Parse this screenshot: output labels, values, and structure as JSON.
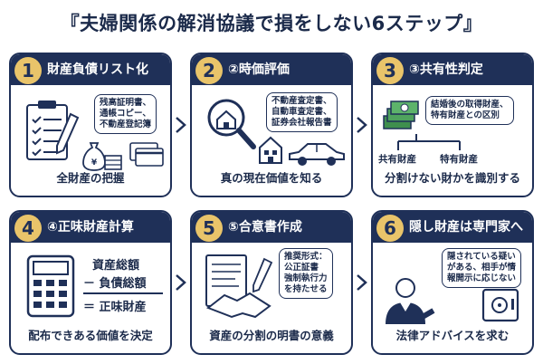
{
  "title": "『夫婦関係の解消協議で損をしない6ステップ』",
  "steps": [
    {
      "number": "1",
      "title": "財産負債リスト化",
      "bubble": [
        "残高証明書、",
        "通帳コピー、",
        "不動産登記簿"
      ],
      "caption": "全財産の把握"
    },
    {
      "number": "2",
      "title": "②時価評価",
      "bubble": [
        "不動産査定書、",
        "自動車査定書、",
        "証券会社報告書"
      ],
      "caption": "真の現在価値を知る"
    },
    {
      "number": "3",
      "title": "③共有性判定",
      "bubble": [
        "結婚後の取得財産、",
        "特有財産との区別"
      ],
      "branch_left": "共有財産",
      "branch_right": "特有財産",
      "caption": "分割けない財かを識別する"
    },
    {
      "number": "4",
      "title": "④正味財産計算",
      "formula": {
        "line1": "資産総額",
        "line2": "－ 負債総額",
        "line3": "＝ 正味財産"
      },
      "caption": "配布できある価値を決定"
    },
    {
      "number": "5",
      "title": "⑤合意書作成",
      "bubble": [
        "推奨形式：",
        "公正証書",
        "強制執行力",
        "を持たせる"
      ],
      "caption": "資産の分割の明書の意義"
    },
    {
      "number": "6",
      "title": "隠し財産は専門家へ",
      "bubble": [
        "隠されている疑い",
        "がある、相手が情",
        "報開示に応じない"
      ],
      "caption": "法律アドバイスを求む"
    }
  ],
  "colors": {
    "navy": "#1f3058",
    "gold": "#e9c46a",
    "green": "#3f8f4e"
  }
}
